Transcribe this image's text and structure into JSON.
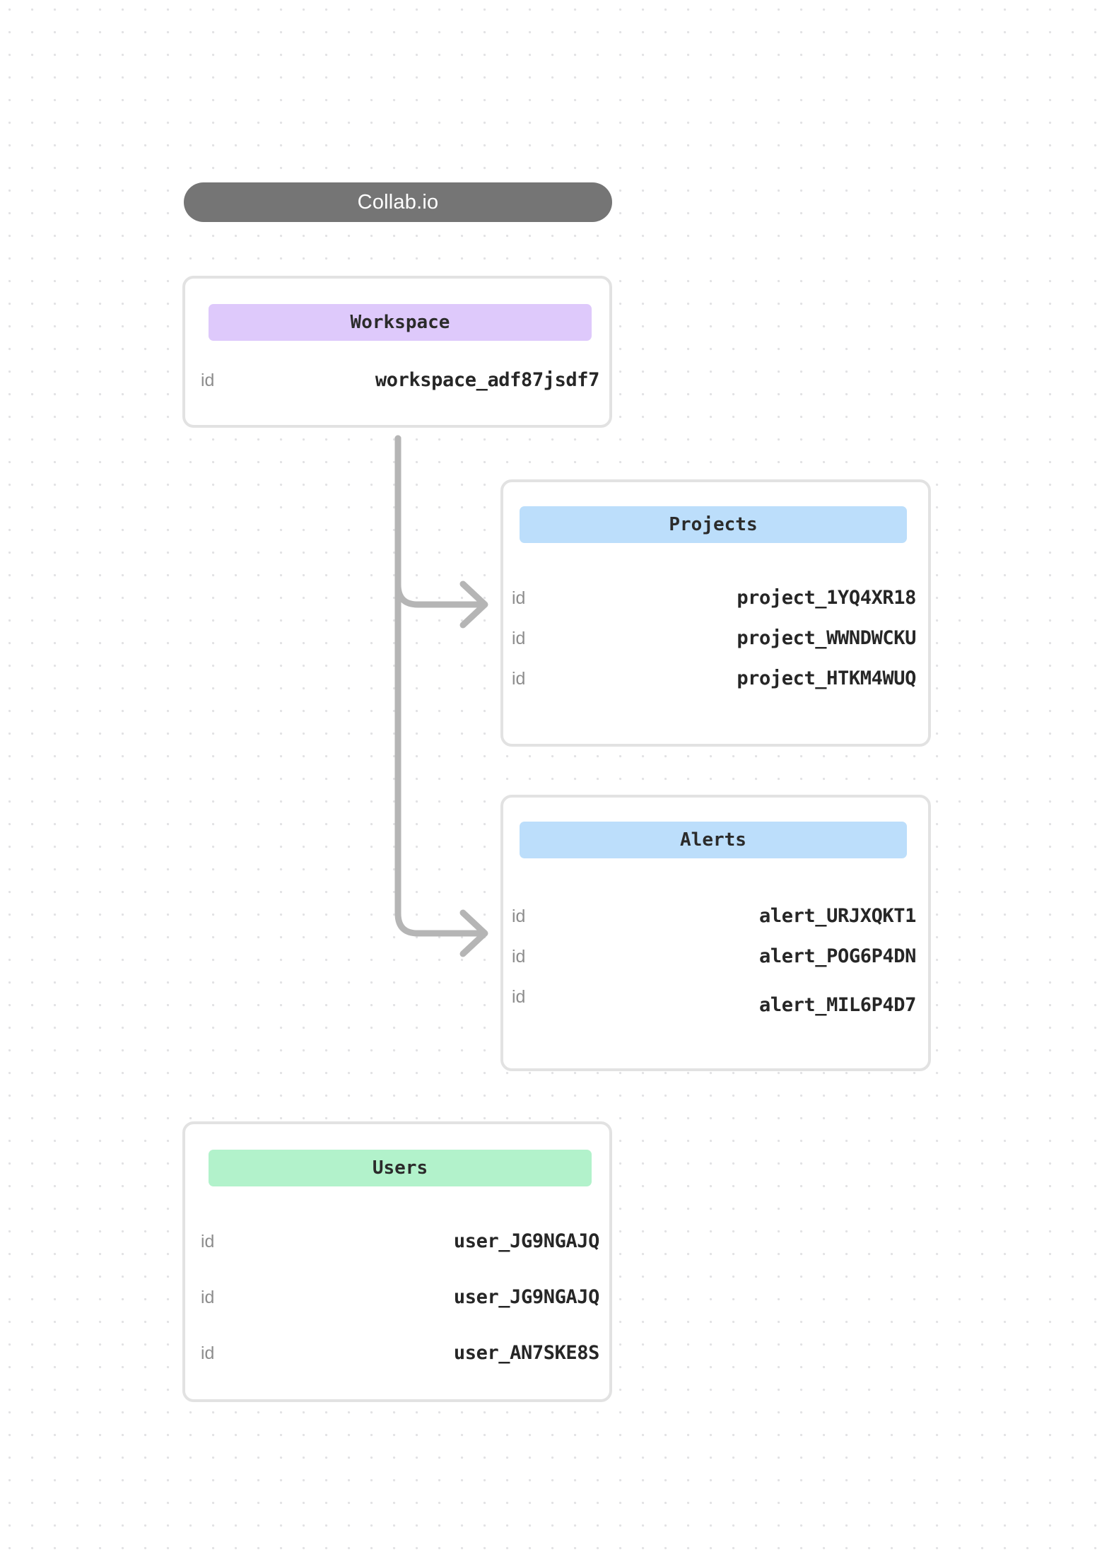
{
  "app": {
    "title": "Collab.io"
  },
  "colors": {
    "title_pill": "#757575",
    "workspace_header": "#DEC9FB",
    "projects_header": "#BCDEFB",
    "alerts_header": "#BCDEFB",
    "users_header": "#B2F2CB",
    "card_border": "#e2e2e2",
    "connector": "#b5b5b5",
    "canvas_dot": "#e2e2e4",
    "canvas_background": "#ffffff",
    "key_text": "#8d8d8d",
    "value_text": "#262626"
  },
  "entities": {
    "workspace": {
      "name": "Workspace",
      "rows": [
        {
          "key": "id",
          "value": "workspace_adf87jsdf7"
        }
      ]
    },
    "projects": {
      "name": "Projects",
      "rows": [
        {
          "key": "id",
          "value": "project_1YQ4XR18"
        },
        {
          "key": "id",
          "value": "project_WWNDWCKU"
        },
        {
          "key": "id",
          "value": "project_HTKM4WUQ"
        }
      ]
    },
    "alerts": {
      "name": "Alerts",
      "rows": [
        {
          "key": "id",
          "value": "alert_URJXQKT1"
        },
        {
          "key": "id",
          "value": "alert_POG6P4DN"
        },
        {
          "key": "id",
          "value": "alert_MIL6P4D7"
        }
      ]
    },
    "users": {
      "name": "Users",
      "rows": [
        {
          "key": "id",
          "value": "user_JG9NGAJQ"
        },
        {
          "key": "id",
          "value": "user_JG9NGAJQ"
        },
        {
          "key": "id",
          "value": "user_AN7SKE8S"
        }
      ]
    }
  },
  "connections": [
    {
      "from": "workspace",
      "to": "projects"
    },
    {
      "from": "workspace",
      "to": "alerts"
    }
  ]
}
